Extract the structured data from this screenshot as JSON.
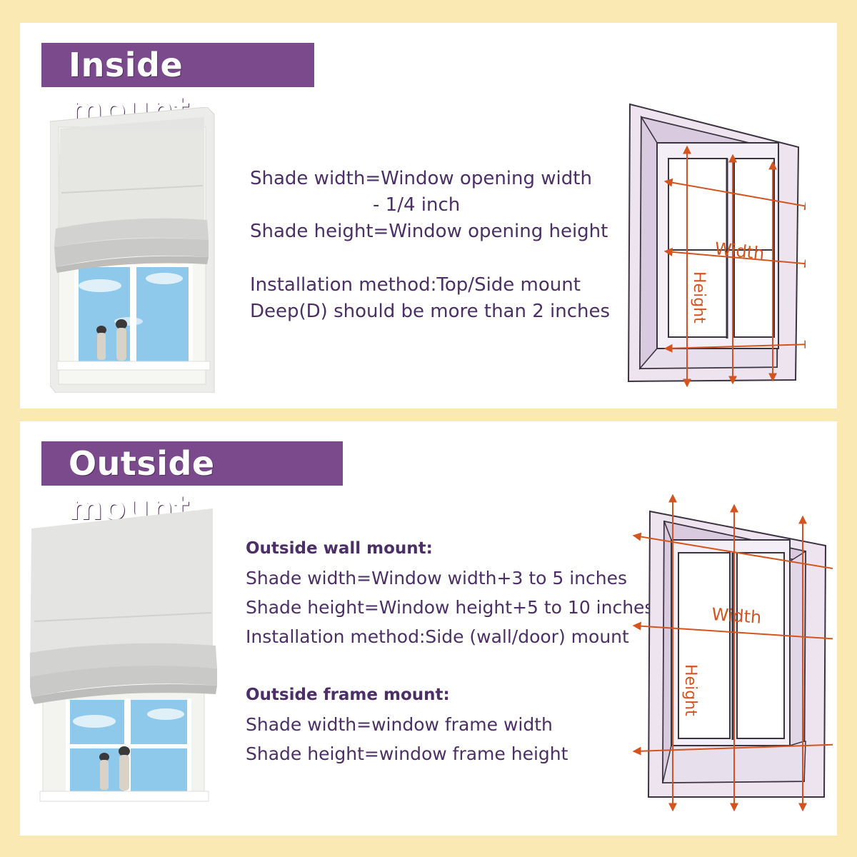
{
  "inside": {
    "title": "Inside mount",
    "lines": [
      "Shade width=Window opening width",
      "- 1/4 inch",
      "Shade height=Window opening height",
      "Installation method:Top/Side mount",
      "Deep(D) should be more than 2 inches"
    ],
    "diagram": {
      "width_label": "Width",
      "height_label": "Height"
    }
  },
  "outside": {
    "title": "Outside mount",
    "wall": {
      "heading": "Outside wall mount:",
      "lines": [
        "Shade width=Window width+3 to 5 inches",
        "Shade height=Window height+5 to 10 inches",
        "Installation method:Side (wall/door) mount"
      ]
    },
    "frame": {
      "heading": "Outside frame mount:",
      "lines": [
        "Shade width=window frame width",
        "Shade height=window frame height"
      ]
    },
    "diagram": {
      "width_label": "Width",
      "height_label": "Height"
    }
  },
  "colors": {
    "background": "#fbe9b4",
    "banner": "#7b4a8c",
    "text": "#4b2f66",
    "arrow": "#d4541f",
    "frame_fill": "#ede4f0",
    "frame_stroke": "#3b3340"
  },
  "icons": {
    "inside_photo": "roman-shade-inside-photo",
    "outside_photo": "roman-shade-outside-photo",
    "measure_arrows": "double-arrow-icon"
  }
}
